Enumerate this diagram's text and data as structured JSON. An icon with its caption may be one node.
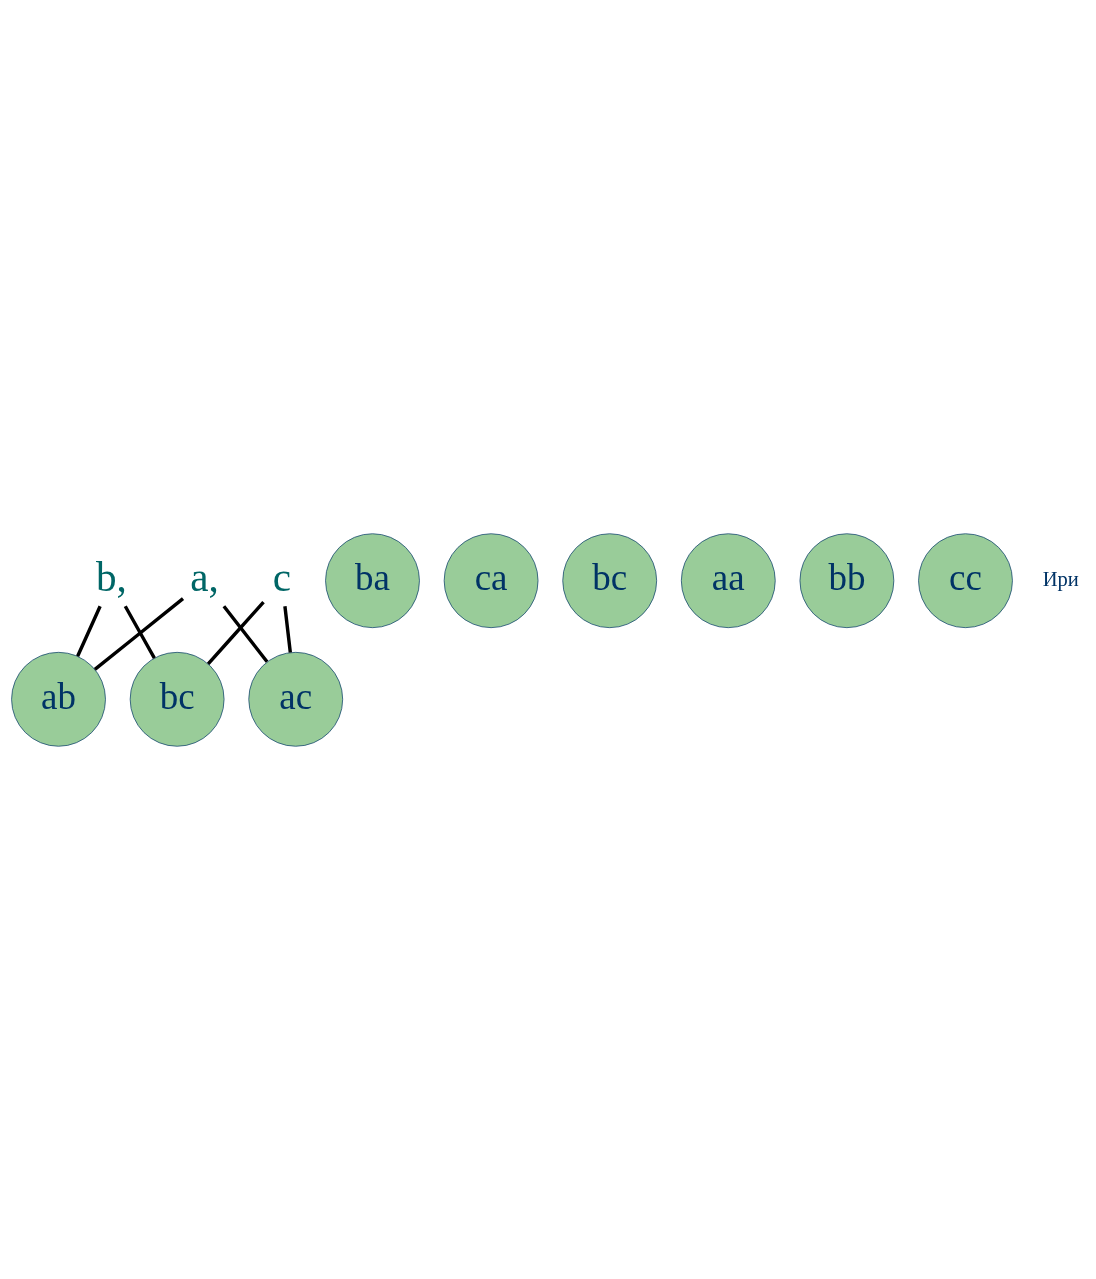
{
  "diagram": {
    "nodes": [
      {
        "text": [
          "a,"
        ]
      },
      {
        "text": [
          "b,"
        ]
      },
      {
        "text": [
          "c"
        ]
      },
      {
        "text": [
          "ab"
        ]
      },
      {
        "text": [
          "ac"
        ]
      },
      {
        "text": [
          "bc"
        ]
      },
      {
        "text": [
          "ba"
        ]
      },
      {
        "text": [
          "ca"
        ]
      },
      {
        "text": [
          "bc"
        ]
      },
      {
        "text": [
          "aa"
        ]
      },
      {
        "text": [
          "bb"
        ]
      },
      {
        "text": [
          "cc"
        ]
      }
    ],
    "edges": [
      {
        "from": 0,
        "to": 3,
        "arrow": "none"
      },
      {
        "from": 0,
        "to": 4,
        "arrow": "none"
      },
      {
        "from": 1,
        "to": 3,
        "arrow": "none"
      },
      {
        "from": 1,
        "to": 5,
        "arrow": "none"
      },
      {
        "from": 2,
        "to": 4,
        "arrow": "none"
      },
      {
        "from": 2,
        "to": 5,
        "arrow": "none"
      }
    ],
    "labels": [
      "Ири"
    ]
  }
}
